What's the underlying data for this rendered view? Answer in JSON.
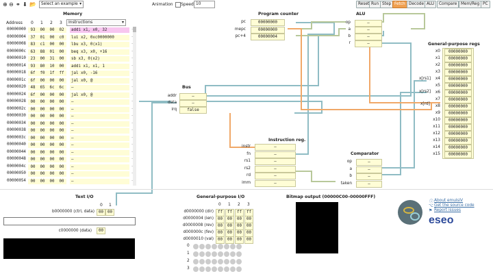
{
  "toolbar": {
    "example_select": "Select an example",
    "animation_label": "Animation",
    "speed_label": "Speed",
    "speed_value": "10",
    "buttons": [
      "Reset",
      "Run",
      "Step",
      "Fetch",
      "Decode",
      "ALU",
      "Compare",
      "Mem/Reg",
      "PC"
    ],
    "active_button": "Fetch"
  },
  "memory": {
    "title": "Memory",
    "col_address": "Address",
    "col_bytes": [
      "0",
      "1",
      "2",
      "3"
    ],
    "view_select": "Instructions",
    "rows": [
      {
        "addr": "00000000",
        "bytes": [
          "93",
          "00",
          "00",
          "02"
        ],
        "ins": "addi x1, x0, 32",
        "hl": true
      },
      {
        "addr": "00000004",
        "bytes": [
          "37",
          "01",
          "00",
          "c0"
        ],
        "ins": "lui x2, 0xc0000000"
      },
      {
        "addr": "00000008",
        "bytes": [
          "83",
          "c1",
          "00",
          "00"
        ],
        "ins": "lbu x3, 0(x1)"
      },
      {
        "addr": "0000000c",
        "bytes": [
          "63",
          "88",
          "01",
          "00"
        ],
        "ins": "beq x3, x0, +16"
      },
      {
        "addr": "00000010",
        "bytes": [
          "23",
          "00",
          "31",
          "00"
        ],
        "ins": "sb x3, 0(x2)"
      },
      {
        "addr": "00000014",
        "bytes": [
          "93",
          "80",
          "10",
          "00"
        ],
        "ins": "addi x1, x1, 1"
      },
      {
        "addr": "00000018",
        "bytes": [
          "6f",
          "f0",
          "1f",
          "ff"
        ],
        "ins": "jal x0, -16"
      },
      {
        "addr": "0000001c",
        "bytes": [
          "6f",
          "00",
          "00",
          "00"
        ],
        "ins": "jal x0, @"
      },
      {
        "addr": "00000020",
        "bytes": [
          "48",
          "65",
          "6c",
          "6c"
        ],
        "ins": "–"
      },
      {
        "addr": "00000024",
        "bytes": [
          "6f",
          "00",
          "00",
          "00"
        ],
        "ins": "jal x0, @"
      },
      {
        "addr": "00000028",
        "bytes": [
          "00",
          "00",
          "00",
          "00"
        ],
        "ins": "–"
      },
      {
        "addr": "0000002c",
        "bytes": [
          "00",
          "00",
          "00",
          "00"
        ],
        "ins": "–"
      },
      {
        "addr": "00000030",
        "bytes": [
          "00",
          "00",
          "00",
          "00"
        ],
        "ins": "–"
      },
      {
        "addr": "00000034",
        "bytes": [
          "00",
          "00",
          "00",
          "00"
        ],
        "ins": "–"
      },
      {
        "addr": "00000038",
        "bytes": [
          "00",
          "00",
          "00",
          "00"
        ],
        "ins": "–"
      },
      {
        "addr": "0000003c",
        "bytes": [
          "00",
          "00",
          "00",
          "00"
        ],
        "ins": "–"
      },
      {
        "addr": "00000040",
        "bytes": [
          "00",
          "00",
          "00",
          "00"
        ],
        "ins": "–"
      },
      {
        "addr": "00000044",
        "bytes": [
          "00",
          "00",
          "00",
          "00"
        ],
        "ins": "–"
      },
      {
        "addr": "00000048",
        "bytes": [
          "00",
          "00",
          "00",
          "00"
        ],
        "ins": "–"
      },
      {
        "addr": "0000004c",
        "bytes": [
          "00",
          "00",
          "00",
          "00"
        ],
        "ins": "–"
      },
      {
        "addr": "00000050",
        "bytes": [
          "00",
          "00",
          "00",
          "00"
        ],
        "ins": "–"
      },
      {
        "addr": "00000054",
        "bytes": [
          "00",
          "00",
          "00",
          "00"
        ],
        "ins": "–"
      }
    ]
  },
  "bus": {
    "title": "Bus",
    "addr_label": "addr",
    "addr": "–",
    "data_label": "data",
    "data": "–",
    "irq_label": "irq",
    "irq": "false"
  },
  "pc": {
    "title": "Program counter",
    "pc_label": "pc",
    "pc": "00000000",
    "mepc_label": "mepc",
    "mepc": "00000000",
    "pc4_label": "pc+4",
    "pc4": "00000004"
  },
  "alu": {
    "title": "ALU",
    "op_label": "op",
    "op": "–",
    "a_label": "a",
    "a": "–",
    "b_label": "b",
    "b": "–",
    "r_label": "r",
    "r": "–"
  },
  "ir": {
    "title": "Instruction reg.",
    "rows": [
      {
        "label": "instr",
        "value": "–"
      },
      {
        "label": "fn",
        "value": "–"
      },
      {
        "label": "rs1",
        "value": "–"
      },
      {
        "label": "rs2",
        "value": "–"
      },
      {
        "label": "rd",
        "value": "–"
      },
      {
        "label": "imm",
        "value": "–"
      }
    ]
  },
  "comparator": {
    "title": "Comparator",
    "rows": [
      {
        "label": "op",
        "value": "–"
      },
      {
        "label": "a",
        "value": "–"
      },
      {
        "label": "b",
        "value": "–"
      },
      {
        "label": "taken",
        "value": "–"
      }
    ]
  },
  "regs": {
    "title": "General-purpose regs",
    "names": [
      "x0",
      "x1",
      "x2",
      "x3",
      "x4",
      "x5",
      "x6",
      "x7",
      "x8",
      "x9",
      "x10",
      "x11",
      "x12",
      "x13",
      "x14",
      "x15"
    ],
    "values": [
      "00000000",
      "00000000",
      "00000000",
      "00000000",
      "00000000",
      "00000000",
      "00000000",
      "00000000",
      "00000000",
      "00000000",
      "00000000",
      "00000000",
      "00000000",
      "00000000",
      "00000000",
      "00000000"
    ],
    "rs1": "x[rs1]",
    "rs2": "x[rs2]",
    "rd": "x[rd]"
  },
  "text_io": {
    "title": "Text I/O",
    "col0": "0",
    "col1": "1",
    "ctrl_label": "b0000000 (ctrl, data)",
    "ctrl0": "00",
    "ctrl1": "00",
    "data_label": "c0000000 (data)",
    "data0": "00"
  },
  "gpio": {
    "title": "General-purpose I/O",
    "cols": [
      "0",
      "1",
      "2",
      "3"
    ],
    "rows": [
      {
        "label": "d0000000 (dir)",
        "vals": [
          "ff",
          "ff",
          "ff",
          "ff"
        ]
      },
      {
        "label": "d0000004 (ien)",
        "vals": [
          "00",
          "00",
          "00",
          "00"
        ]
      },
      {
        "label": "d0000008 (rev)",
        "vals": [
          "00",
          "00",
          "00",
          "00"
        ]
      },
      {
        "label": "d000000c (fev)",
        "vals": [
          "00",
          "00",
          "00",
          "00"
        ]
      },
      {
        "label": "d0000010 (val)",
        "vals": [
          "00",
          "00",
          "00",
          "00"
        ]
      }
    ],
    "led_rows": [
      "0",
      "1",
      "2",
      "3"
    ]
  },
  "bitmap": {
    "title": "Bitmap output (00000C00–00000FFF)"
  },
  "links": {
    "about": "About emulsiV",
    "source": "Get the source code",
    "issues": "Report issues",
    "logo": "eseo"
  },
  "colors": {
    "panel": "#fffdd6",
    "active": "#f0a050",
    "wire_blue": "#8fbcc4",
    "wire_green": "#b8c89a",
    "wire_orange": "#f0a868",
    "highlight": "#f7c6ef"
  }
}
